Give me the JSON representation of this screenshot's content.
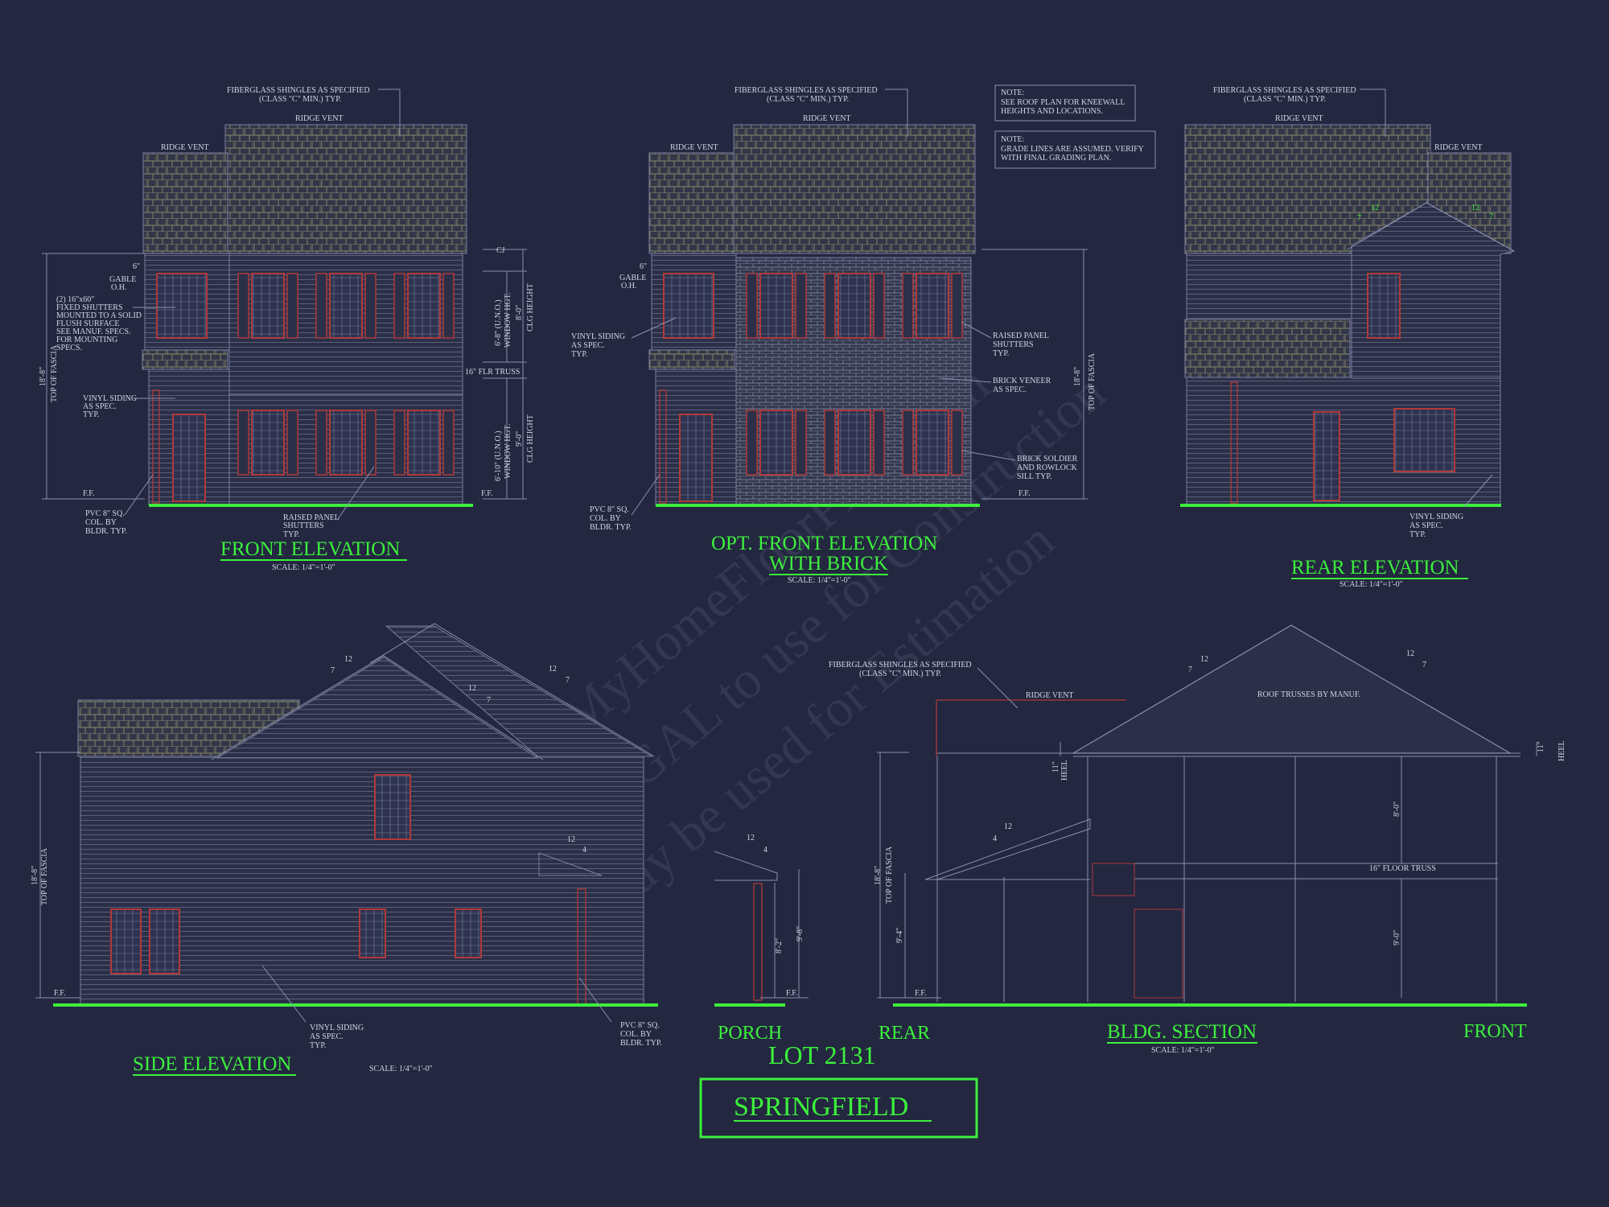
{
  "watermark": [
    "© MyHomeFloorPlans.com",
    "ILLEGAL to use for Construction",
    "May be used for Estimation"
  ],
  "lot": "LOT 2131",
  "plan_name": "SPRINGFIELD",
  "notes": [
    [
      "NOTE:",
      "SEE ROOF PLAN FOR KNEEWALL",
      "HEIGHTS AND LOCATIONS."
    ],
    [
      "NOTE:",
      "GRADE LINES ARE ASSUMED. VERIFY",
      "WITH FINAL GRADING PLAN."
    ]
  ],
  "front": {
    "title": "FRONT ELEVATION",
    "scale": "SCALE: 1/4\"=1'-0\"",
    "shingles": [
      "FIBERGLASS SHINGLES AS SPECIFIED",
      "(CLASS \"C\" MIN.) TYP."
    ],
    "ridge_vent": "RIDGE VENT",
    "gable_dim": "6\"",
    "gable": [
      "GABLE",
      "O.H."
    ],
    "shutter_note": [
      "(2) 16\"x60\"",
      "FIXED SHUTTERS",
      "MOUNTED TO A SOLID",
      "FLUSH SURFACE",
      "SEE MANUF. SPECS.",
      "FOR MOUNTING",
      "SPECS."
    ],
    "vinyl": [
      "VINYL SIDING",
      "AS SPEC.",
      "TYP."
    ],
    "pvc": [
      "PVC 8\" SQ.",
      "COL. BY",
      "BLDR. TYP."
    ],
    "raised": [
      "RAISED PANEL",
      "SHUTTERS",
      "TYP."
    ],
    "ff": "F.F.",
    "fascia": "18'-8\"",
    "fascia_label": "TOP OF FASCIA",
    "cj": "CJ",
    "flr_truss": "16\" FLR TRUSS",
    "win_up": "6'-8\" (U.N.O.)",
    "win_up2": "WINDOW HGT.",
    "clg_up": "8'-0\"",
    "clg_up2": "CLG HEIGHT",
    "win_dn": "6'-10\" (U.N.O.)",
    "win_dn2": "WINDOW HGT.",
    "clg_dn": "9'-0\"",
    "clg_dn2": "CLG HEIGHT"
  },
  "brick": {
    "title1": "OPT. FRONT ELEVATION",
    "title2": "WITH BRICK",
    "scale": "SCALE: 1/4\"=1'-0\"",
    "shingles": [
      "FIBERGLASS SHINGLES AS SPECIFIED",
      "(CLASS \"C\" MIN.) TYP."
    ],
    "ridge_vent": "RIDGE VENT",
    "ridge_vent2": "RIDGE VENT",
    "gable_dim": "6\"",
    "gable": [
      "GABLE",
      "O.H."
    ],
    "vinyl": [
      "VINYL SIDING",
      "AS SPEC.",
      "TYP."
    ],
    "pvc": [
      "PVC 8\" SQ.",
      "COL. BY",
      "BLDR. TYP."
    ],
    "raised": [
      "RAISED PANEL",
      "SHUTTERS",
      "TYP."
    ],
    "veneer": [
      "BRICK VENEER",
      "AS SPEC."
    ],
    "soldier": [
      "BRICK SOLDIER",
      "AND ROWLOCK",
      "SILL TYP."
    ],
    "ff": "F.F.",
    "fascia": "18'-8\"",
    "fascia_label": "TOP OF FASCIA"
  },
  "rear": {
    "title": "REAR ELEVATION",
    "scale": "SCALE: 1/4\"=1'-0\"",
    "shingles": [
      "FIBERGLASS SHINGLES AS SPECIFIED",
      "(CLASS \"C\" MIN.) TYP."
    ],
    "ridge_vent": "RIDGE VENT",
    "ridge_vent2": "RIDGE VENT",
    "pitch_run": "12",
    "pitch_rise": "7",
    "vinyl": [
      "VINYL SIDING",
      "AS SPEC.",
      "TYP."
    ]
  },
  "side": {
    "title": "SIDE ELEVATION",
    "scale": "SCALE: 1/4\"=1'-0\"",
    "pitch_run": "12",
    "pitch_rise": "7",
    "porch_run": "12",
    "porch_rise": "4",
    "vinyl": [
      "VINYL SIDING",
      "AS SPEC.",
      "TYP."
    ],
    "pvc": [
      "PVC 8\" SQ.",
      "COL. BY",
      "BLDR. TYP."
    ],
    "ff": "F.F.",
    "fascia": "18'-8\"",
    "fascia_label": "TOP OF FASCIA"
  },
  "porch": {
    "label": "PORCH",
    "pitch_run": "12",
    "pitch_rise": "4",
    "dim1": "8'-2\"",
    "dim2": "9'-8\"",
    "ff": "F.F."
  },
  "section": {
    "title": "BLDG. SECTION",
    "scale": "SCALE: 1/4\"=1'-0\"",
    "rear": "REAR",
    "front": "FRONT",
    "shingles": [
      "FIBERGLASS SHINGLES AS SPECIFIED",
      "(CLASS \"C\" MIN.) TYP."
    ],
    "ridge_vent": "RIDGE VENT",
    "trusses": "ROOF TRUSSES BY MANUF.",
    "floor_truss": "16\" FLOOR TRUSS",
    "pitch_run": "12",
    "pitch_rise": "7",
    "porch_run": "12",
    "porch_rise": "4",
    "heel": "11\"",
    "heel_label": "HEEL",
    "dim_upper": "8'-0\"",
    "dim_lower": "9'-0\"",
    "dim_porch": "9'-4\"",
    "ff": "F.F.",
    "fascia": "18'-8\"",
    "fascia_label": "TOP OF FASCIA"
  }
}
